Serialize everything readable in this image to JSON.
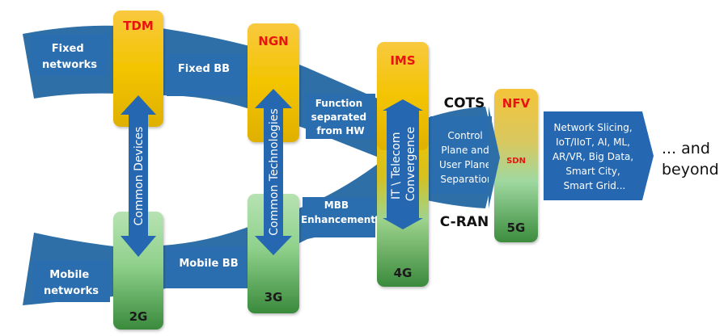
{
  "colors": {
    "band_blue": "#2f6fa8",
    "label_blue": "#2a6eb0",
    "arrow_blue": "#2567b0",
    "yellow_top": "#f7c63a",
    "yellow_mid": "#f2c200",
    "yellow_bottom": "#e0b100",
    "green_top": "#b5e0b0",
    "green_mid": "#8fd08a",
    "green_bottom": "#3c8c3e",
    "title_red": "#e8140f"
  },
  "bands": {
    "fixed_origin": {
      "lines": [
        "Fixed",
        "networks"
      ]
    },
    "mobile_origin": {
      "lines": [
        "Mobile",
        "networks"
      ]
    },
    "fixed_bb": {
      "label": "Fixed BB"
    },
    "mobile_bb": {
      "label": "Mobile BB"
    },
    "function_separated": {
      "lines": [
        "Function",
        "separated",
        "from HW"
      ]
    },
    "mbb_enhancement": {
      "lines": [
        "MBB",
        "Enhancement"
      ]
    },
    "control_plane": {
      "lines": [
        "Control",
        "Plane and",
        "User Plane",
        "Separation"
      ]
    },
    "future": {
      "lines": [
        "Network Slicing,",
        "IoT/IIoT, AI, ML,",
        "AR/VR, Big Data,",
        "Smart City,",
        "Smart Grid..."
      ]
    }
  },
  "generations": [
    {
      "top_title": "TDM",
      "bottom_label": "2G",
      "convergence": [
        "Common Devices"
      ]
    },
    {
      "top_title": "NGN",
      "bottom_label": "3G",
      "convergence": [
        "Common Technologies"
      ]
    },
    {
      "top_title": "IMS",
      "bottom_label": "4G",
      "convergence": [
        "IT \\ Telecom",
        "Convergence"
      ]
    },
    {
      "top_title": "NFV",
      "middle_label": "SDN",
      "bottom_label": "5G"
    }
  ],
  "side_labels": {
    "cots": "COTS",
    "cran": "C-RAN"
  },
  "beyond": {
    "lines": [
      "... and",
      "beyond"
    ]
  }
}
